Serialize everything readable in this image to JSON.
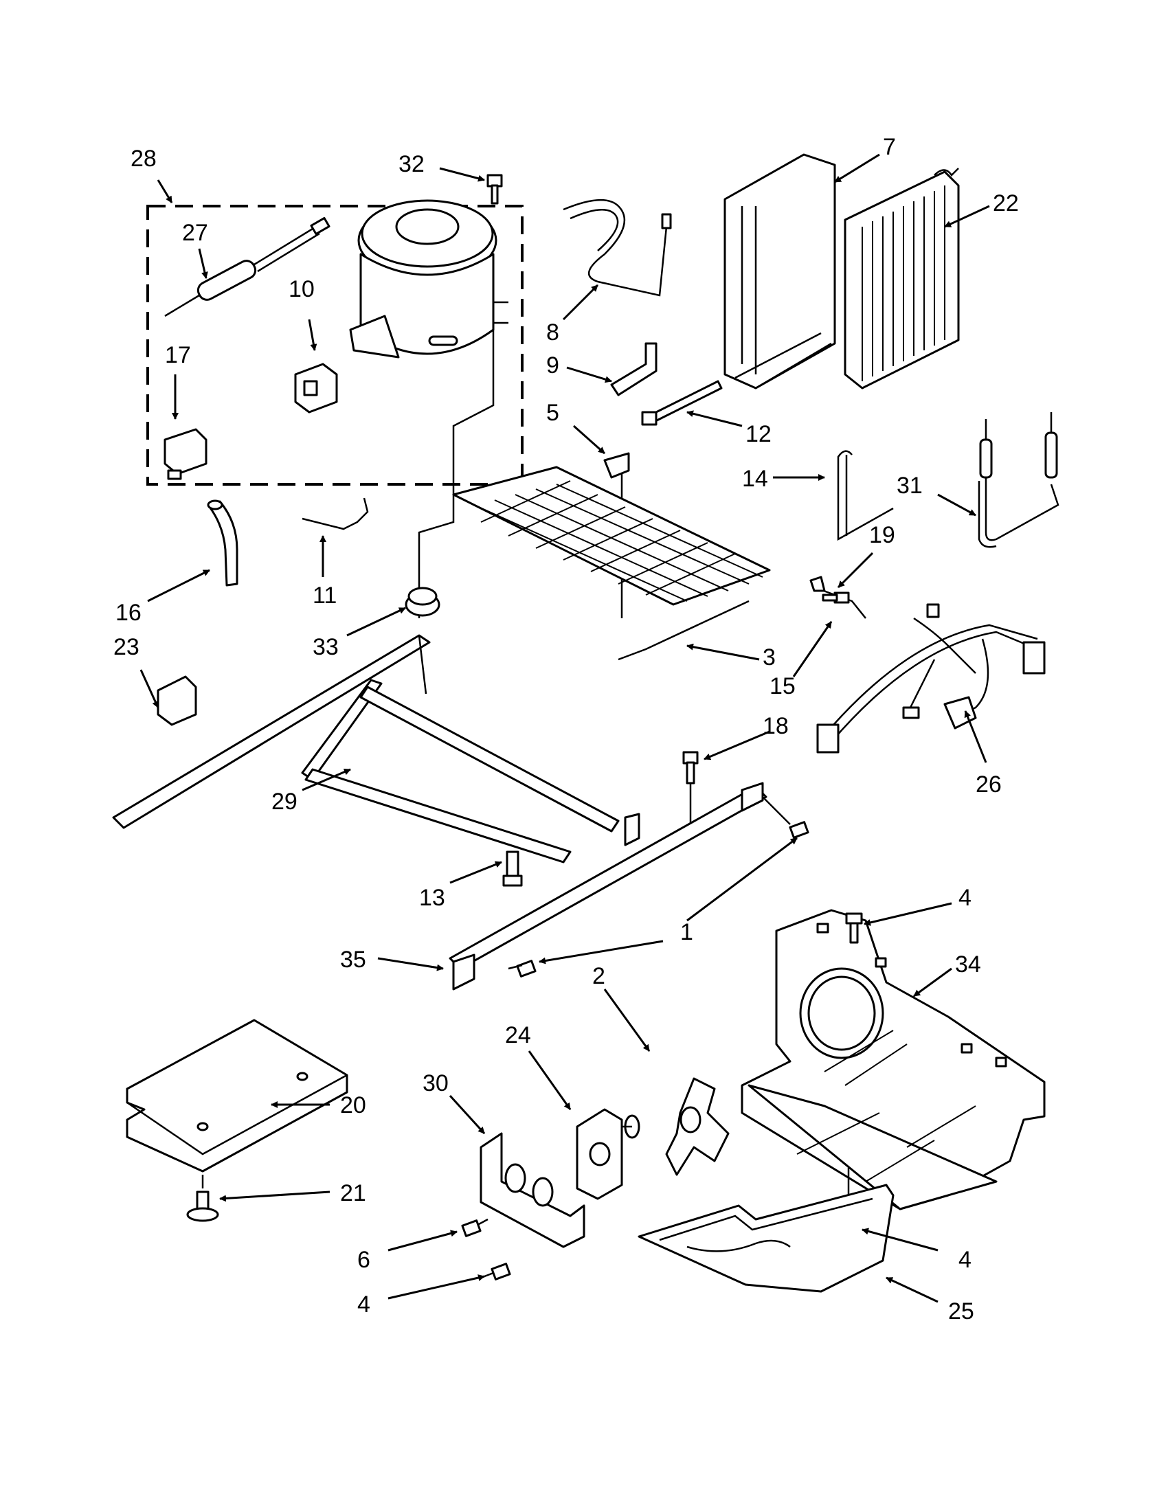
{
  "labels": {
    "p1": "1",
    "p2": "2",
    "p3": "3",
    "p4a": "4",
    "p4b": "4",
    "p4c": "4",
    "p5": "5",
    "p6": "6",
    "p7": "7",
    "p8": "8",
    "p9": "9",
    "p10": "10",
    "p11": "11",
    "p12": "12",
    "p13": "13",
    "p14": "14",
    "p15": "15",
    "p16": "16",
    "p17": "17",
    "p18": "18",
    "p19": "19",
    "p20": "20",
    "p21": "21",
    "p22": "22",
    "p23": "23",
    "p24": "24",
    "p25": "25",
    "p26": "26",
    "p27": "27",
    "p28": "28",
    "p29": "29",
    "p30": "30",
    "p31": "31",
    "p32": "32",
    "p33": "33",
    "p34": "34",
    "p35": "35"
  }
}
